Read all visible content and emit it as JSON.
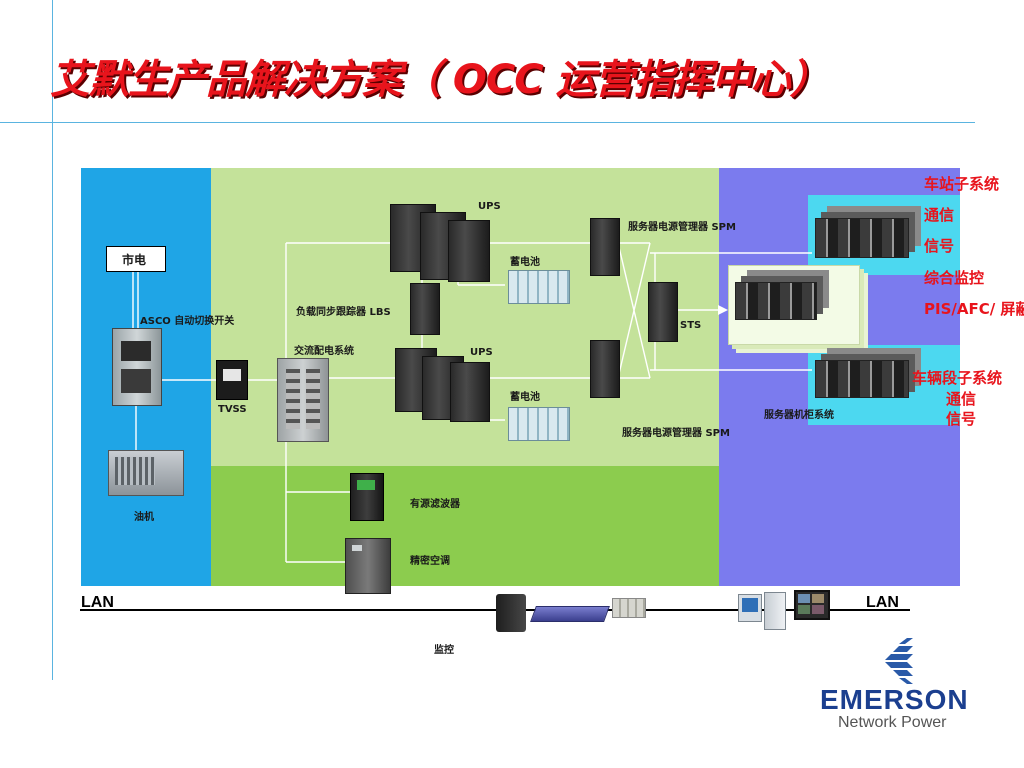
{
  "slide": {
    "title": "艾默生产品解决方案（ OCC 运营指挥中心）"
  },
  "diagram": {
    "mains": "市电",
    "ats": "ASCO 自动切换开关",
    "genset": "油机",
    "tvss": "TVSS",
    "ac_dist": "交流配电系统",
    "lbs": "负载同步跟踪器 LBS",
    "ups_top": "UPS",
    "ups_bottom": "UPS",
    "battery_top": "蓄电池",
    "battery_bottom": "蓄电池",
    "spm_top": "服务器电源管理器 SPM",
    "spm_bottom": "服务器电源管理器 SPM",
    "sts": "STS",
    "server_cabinet": "服务器机柜系统",
    "active_filter": "有源滤波器",
    "precision_ac": "精密空调",
    "lan_left": "LAN",
    "lan_right": "LAN",
    "monitoring": "监控"
  },
  "subsystems": {
    "station": "车站子系统",
    "comm1": "通信",
    "signal1": "信号",
    "integrated": "综合监控",
    "pis": "PIS/AFC/ 屏蔽",
    "vehicle": "车辆段子系统",
    "comm2": "通信",
    "signal2": "信号"
  },
  "logo": {
    "brand": "EMERSON",
    "tagline": "Network Power"
  },
  "colors": {
    "title": "#e8141c",
    "zone_blue": "#1fa5e6",
    "zone_lightgreen": "#c4e29a",
    "zone_green": "#8ccc4e",
    "zone_purple": "#7b7bee",
    "zone_cyan": "#4cd8f0",
    "subsystem_text": "#e8141c"
  }
}
